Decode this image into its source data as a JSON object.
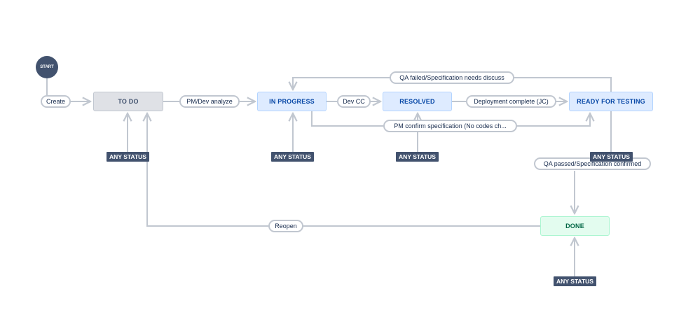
{
  "start": {
    "label": "START"
  },
  "statuses": {
    "todo": "TO DO",
    "in_progress": "IN PROGRESS",
    "resolved": "RESOLVED",
    "ready_for_testing": "READY FOR TESTING",
    "done": "DONE"
  },
  "transitions": {
    "create": "Create",
    "pm_dev_analyze": "PM/Dev analyze",
    "dev_cc": "Dev CC",
    "deployment_complete": "Deployment complete (JC)",
    "qa_failed": "QA failed/Specification needs discuss",
    "pm_confirm": "PM confirm specification (No codes ch...",
    "qa_passed": "QA passed/Specification confirmed",
    "reopen": "Reopen"
  },
  "any_status": {
    "todo": "ANY STATUS",
    "in_progress": "ANY STATUS",
    "resolved": "ANY STATUS",
    "ready_for_testing": "ANY STATUS",
    "done": "ANY STATUS"
  },
  "colors": {
    "line": "#c1c7d0",
    "todo_bg": "#dfe1e6",
    "progress_bg": "#deebff",
    "done_bg": "#e3fcef",
    "badge": "#42526e"
  }
}
